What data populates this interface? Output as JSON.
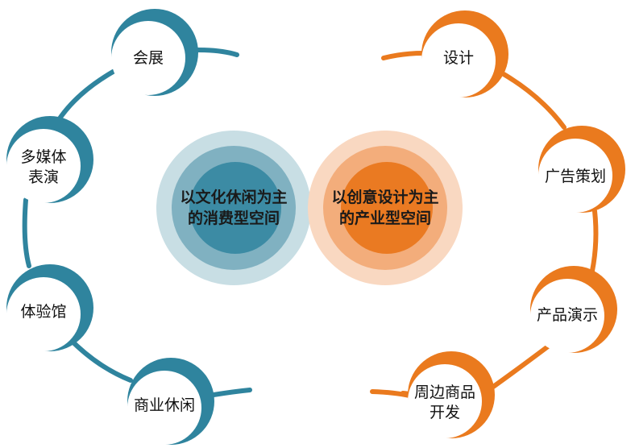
{
  "colors": {
    "teal": "#2f849e",
    "teal_outer": "#c8dee4",
    "teal_mid": "#80b1c1",
    "teal_inner": "#3c8ba4",
    "orange": "#ea7a1e",
    "orange_outer": "#f9d8c1",
    "orange_mid": "#f3ad7b",
    "orange_inner": "#ea7a22",
    "background": "#ffffff"
  },
  "center": {
    "left": {
      "label": "以文化休闲为主\n的消费型空间"
    },
    "right": {
      "label": "以创意设计为主\n的产业型空间"
    }
  },
  "left_nodes": [
    {
      "label": "会展"
    },
    {
      "label": "多媒体\n表演"
    },
    {
      "label": "体验馆"
    },
    {
      "label": "商业休闲"
    }
  ],
  "right_nodes": [
    {
      "label": "设计"
    },
    {
      "label": "广告策划"
    },
    {
      "label": "产品演示"
    },
    {
      "label": "周边商品\n开发"
    }
  ]
}
